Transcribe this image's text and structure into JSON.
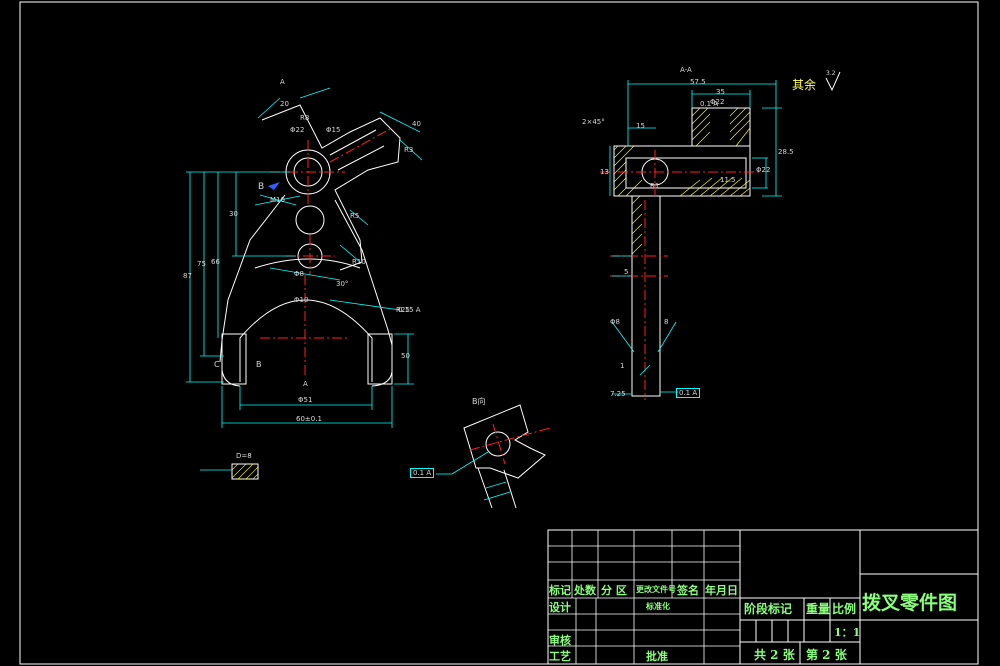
{
  "drawing": {
    "view_labels": {
      "section_a_top": "A-A",
      "b_view": "B向",
      "surface_finish": "其余",
      "surface_value": "3.2",
      "marker_b": "B",
      "marker_c": "C",
      "marker_b2": "B",
      "marker_a_top": "A",
      "marker_a_bottom": "A"
    },
    "dims_front": [
      "20",
      "R8",
      "Φ22",
      "Φ15",
      "40",
      "R3",
      "M10",
      "Φ8",
      "30",
      "66",
      "75",
      "87",
      "Φ51",
      "60±0.1",
      "50",
      "Φ10",
      "R25",
      "R5",
      "30°",
      "R10"
    ],
    "dims_side": [
      "57.5",
      "35",
      "15",
      "Φ22",
      "28.5",
      "Φ22",
      "2×45°",
      "13",
      "11.5",
      "R1",
      "Φ8",
      "5",
      "8",
      "1",
      "7.25",
      "0.1",
      "A"
    ],
    "tolerance_frames": [
      "0.1 A",
      "0.1 A",
      "0.15 A"
    ],
    "small_detail": "D=8"
  },
  "title_block": {
    "header_labels": [
      "标记",
      "处数",
      "分 区",
      "更改文件号",
      "签名",
      "年月日"
    ],
    "row_design": [
      "设计",
      "标准化"
    ],
    "row_check": "审核",
    "row_process": [
      "工艺",
      "批准"
    ],
    "stage_label": "阶段标记",
    "weight_label": "重量",
    "scale_label": "比例",
    "scale_value": "1：1",
    "sheets": "共 2 张",
    "sheet_no": "第 2 张",
    "title": "拨叉零件图"
  },
  "colors": {
    "outline": "#ffffff",
    "dimension": "#00ffff",
    "centerline": "#ff2020",
    "hatch": "#ffff00",
    "text": "#00ff00"
  }
}
